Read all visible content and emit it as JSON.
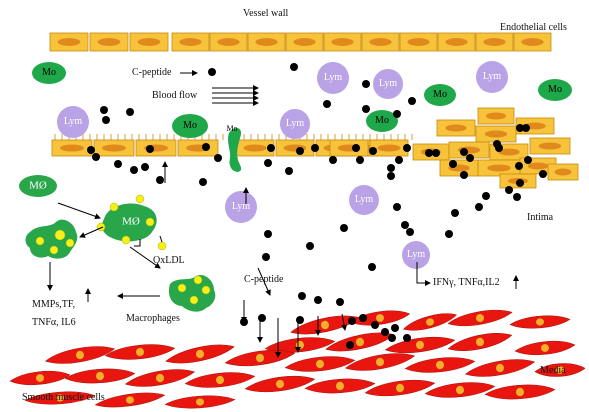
{
  "diagram": {
    "labels": {
      "vessel_wall": "Vessel wall",
      "endothelial_cells": "Endothelial cells",
      "c_peptide_top": "C-peptide",
      "blood_flow": "Blood flow",
      "intima": "Intima",
      "oxldl": "OxLDL",
      "cytokines_lym": "IFNγ, TNFα,IL2",
      "mmps": "MMPs,TF,",
      "tnf_il6": "TNFα, IL6",
      "macrophages": "Macrophages",
      "c_peptide_media": "C-peptide",
      "media": "Media",
      "smooth_muscle_cells": "Smooth muscle cells"
    },
    "cell_labels": {
      "monocyte": "Mo",
      "lymphocyte": "Lym",
      "macrophage": "MØ"
    },
    "colors": {
      "endothelial_fill": "#F7C33A",
      "endothelial_nucleus": "#E08A1E",
      "monocyte": "#1FA84A",
      "lymphocyte": "#B9A2E6",
      "macrophage": "#29A64A",
      "oxldl": "#F4F11A",
      "smooth_muscle": "#E8160E",
      "smooth_muscle_nucleus": "#F2B02A",
      "c_peptide": "#000000"
    }
  }
}
